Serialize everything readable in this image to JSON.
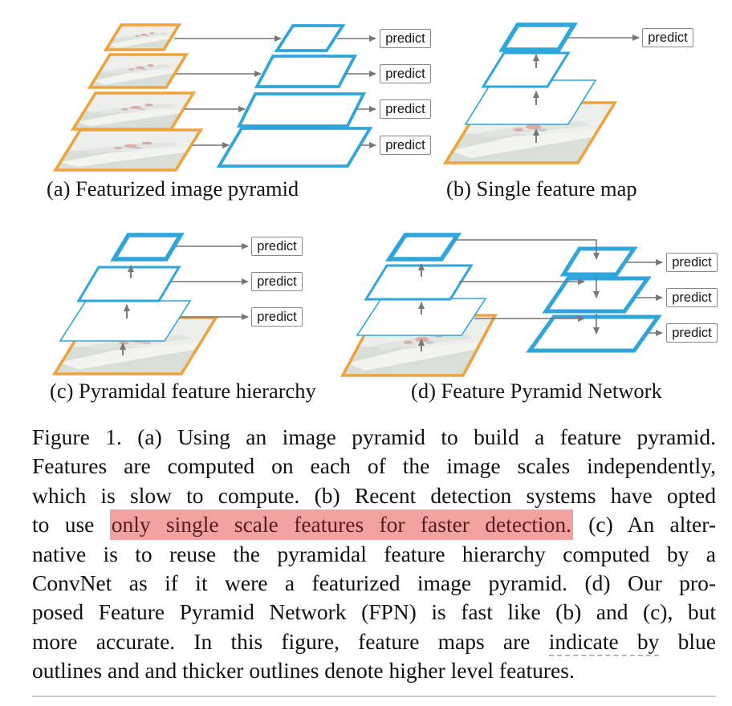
{
  "figure": {
    "predict_label": "predict",
    "panel_captions": {
      "a": "(a) Featurized image pyramid",
      "b": "(b) Single feature map",
      "c": "(c) Pyramidal feature hierarchy",
      "d": "(d) Feature Pyramid Network"
    },
    "colors": {
      "feature_map_outline": "#2fa6db",
      "image_outline": "#eea33f",
      "arrow": "#777777",
      "highlight": "#f2a1a1"
    }
  },
  "caption": {
    "lines": [
      {
        "text": "Figure 1. (a) Using an image pyramid to build a feature pyramid."
      },
      {
        "text": "Features are computed on each of the image scales independently,"
      },
      {
        "text": "which is slow to compute. (b) Recent detection systems have opted"
      },
      {
        "pre": "to use ",
        "highlight": "only single scale features for faster detection.",
        "post": " (c) An alter-"
      },
      {
        "text": "native is to reuse the pyramidal feature hierarchy computed by a"
      },
      {
        "text": "ConvNet as if it were a featurized image pyramid. (d) Our pro-"
      },
      {
        "text": "posed Feature Pyramid Network (FPN) is fast like (b) and (c), but"
      },
      {
        "pre": "more accurate. In this figure, feature maps are ",
        "underlined": "indicate by",
        "post": " blue"
      },
      {
        "text": "outlines and and thicker outlines denote higher level features."
      }
    ]
  }
}
